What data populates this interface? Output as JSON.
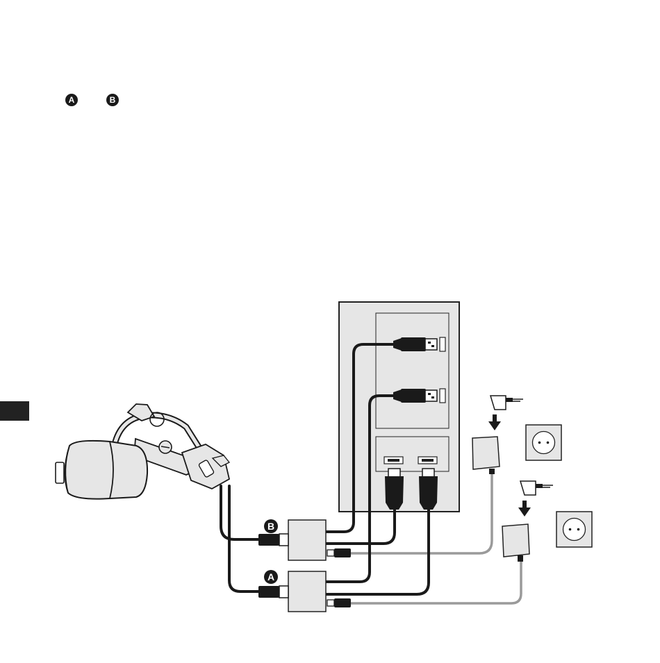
{
  "legend": {
    "a_label": "A",
    "b_label": "B"
  },
  "cable_labels": {
    "a": "A",
    "b": "B"
  },
  "colors": {
    "ink": "#1a1a1a",
    "outline": "#222222",
    "power_cable": "#9a9a9a",
    "shade": "#e6e6e6",
    "page_tab": "#222222",
    "background": "#ffffff"
  },
  "icons": {
    "headset": "vr-headset-icon",
    "pc": "computer-tower-icon",
    "link_box": "link-box-icon",
    "adapter": "power-adapter-icon",
    "socket": "wall-socket-icon",
    "plug": "power-plug-icon",
    "usb": "usb-connector-icon",
    "hdmi": "hdmi-connector-icon"
  }
}
